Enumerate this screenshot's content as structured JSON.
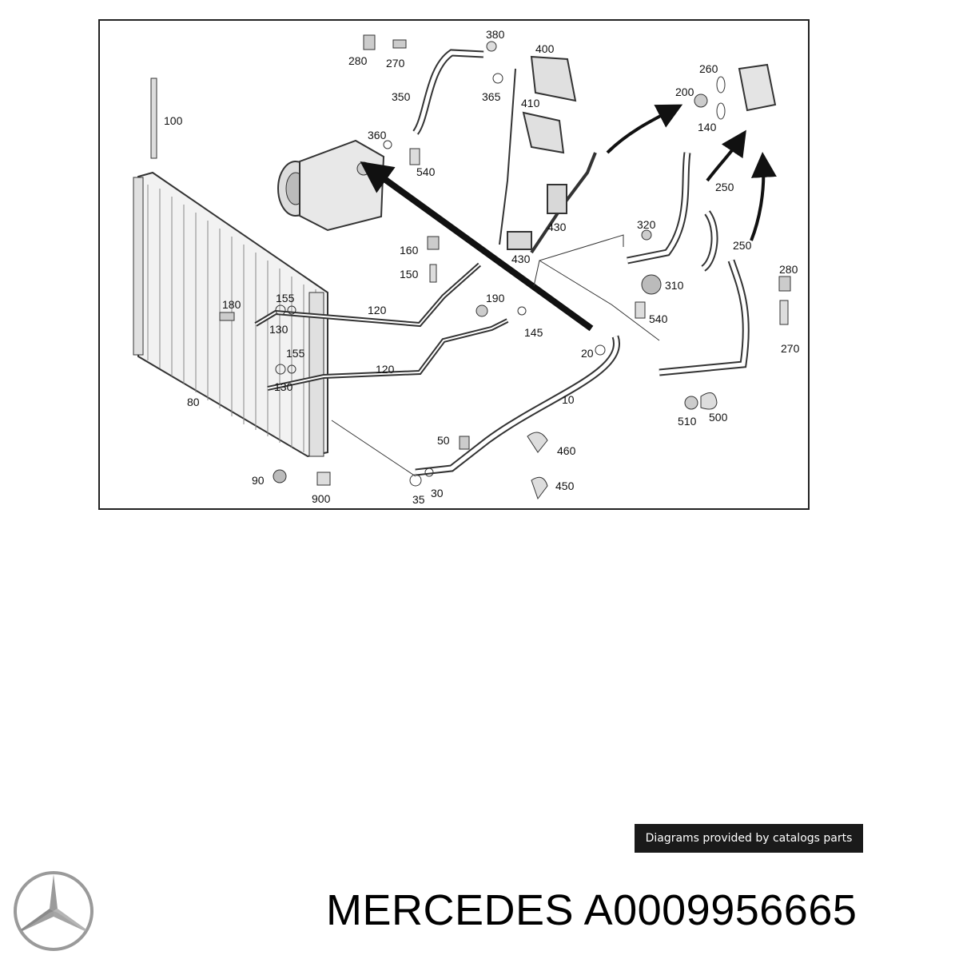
{
  "diagram": {
    "part_labels": [
      {
        "id": "p380",
        "text": "380"
      },
      {
        "id": "p400",
        "text": "400"
      },
      {
        "id": "p280a",
        "text": "280"
      },
      {
        "id": "p270a",
        "text": "270"
      },
      {
        "id": "p260",
        "text": "260"
      },
      {
        "id": "p200",
        "text": "200"
      },
      {
        "id": "p140",
        "text": "140"
      },
      {
        "id": "p100",
        "text": "100"
      },
      {
        "id": "p350",
        "text": "350"
      },
      {
        "id": "p365",
        "text": "365"
      },
      {
        "id": "p410",
        "text": "410"
      },
      {
        "id": "p360",
        "text": "360"
      },
      {
        "id": "p540a",
        "text": "540"
      },
      {
        "id": "p250a",
        "text": "250"
      },
      {
        "id": "p430a",
        "text": "430"
      },
      {
        "id": "p320",
        "text": "320"
      },
      {
        "id": "p250b",
        "text": "250"
      },
      {
        "id": "p430b",
        "text": "430"
      },
      {
        "id": "p160",
        "text": "160"
      },
      {
        "id": "p150",
        "text": "150"
      },
      {
        "id": "p280b",
        "text": "280"
      },
      {
        "id": "p310",
        "text": "310"
      },
      {
        "id": "p180",
        "text": "180"
      },
      {
        "id": "p155a",
        "text": "155"
      },
      {
        "id": "p120a",
        "text": "120"
      },
      {
        "id": "p190",
        "text": "190"
      },
      {
        "id": "p130a",
        "text": "130"
      },
      {
        "id": "p145",
        "text": "145"
      },
      {
        "id": "p540b",
        "text": "540"
      },
      {
        "id": "p270b",
        "text": "270"
      },
      {
        "id": "p20",
        "text": "20"
      },
      {
        "id": "p155b",
        "text": "155"
      },
      {
        "id": "p120b",
        "text": "120"
      },
      {
        "id": "p130b",
        "text": "130"
      },
      {
        "id": "p80",
        "text": "80"
      },
      {
        "id": "p10",
        "text": "10"
      },
      {
        "id": "p510",
        "text": "510"
      },
      {
        "id": "p500",
        "text": "500"
      },
      {
        "id": "p50",
        "text": "50"
      },
      {
        "id": "p460",
        "text": "460"
      },
      {
        "id": "p90",
        "text": "90"
      },
      {
        "id": "p900",
        "text": "900"
      },
      {
        "id": "p35",
        "text": "35"
      },
      {
        "id": "p30",
        "text": "30"
      },
      {
        "id": "p450",
        "text": "450"
      }
    ]
  },
  "credit": {
    "text": "Diagrams provided by catalogs parts"
  },
  "title": {
    "text": "MERCEDES A0009956665"
  },
  "logo": {
    "icon": "mercedes-star-icon",
    "color": "#9a9a9a"
  }
}
